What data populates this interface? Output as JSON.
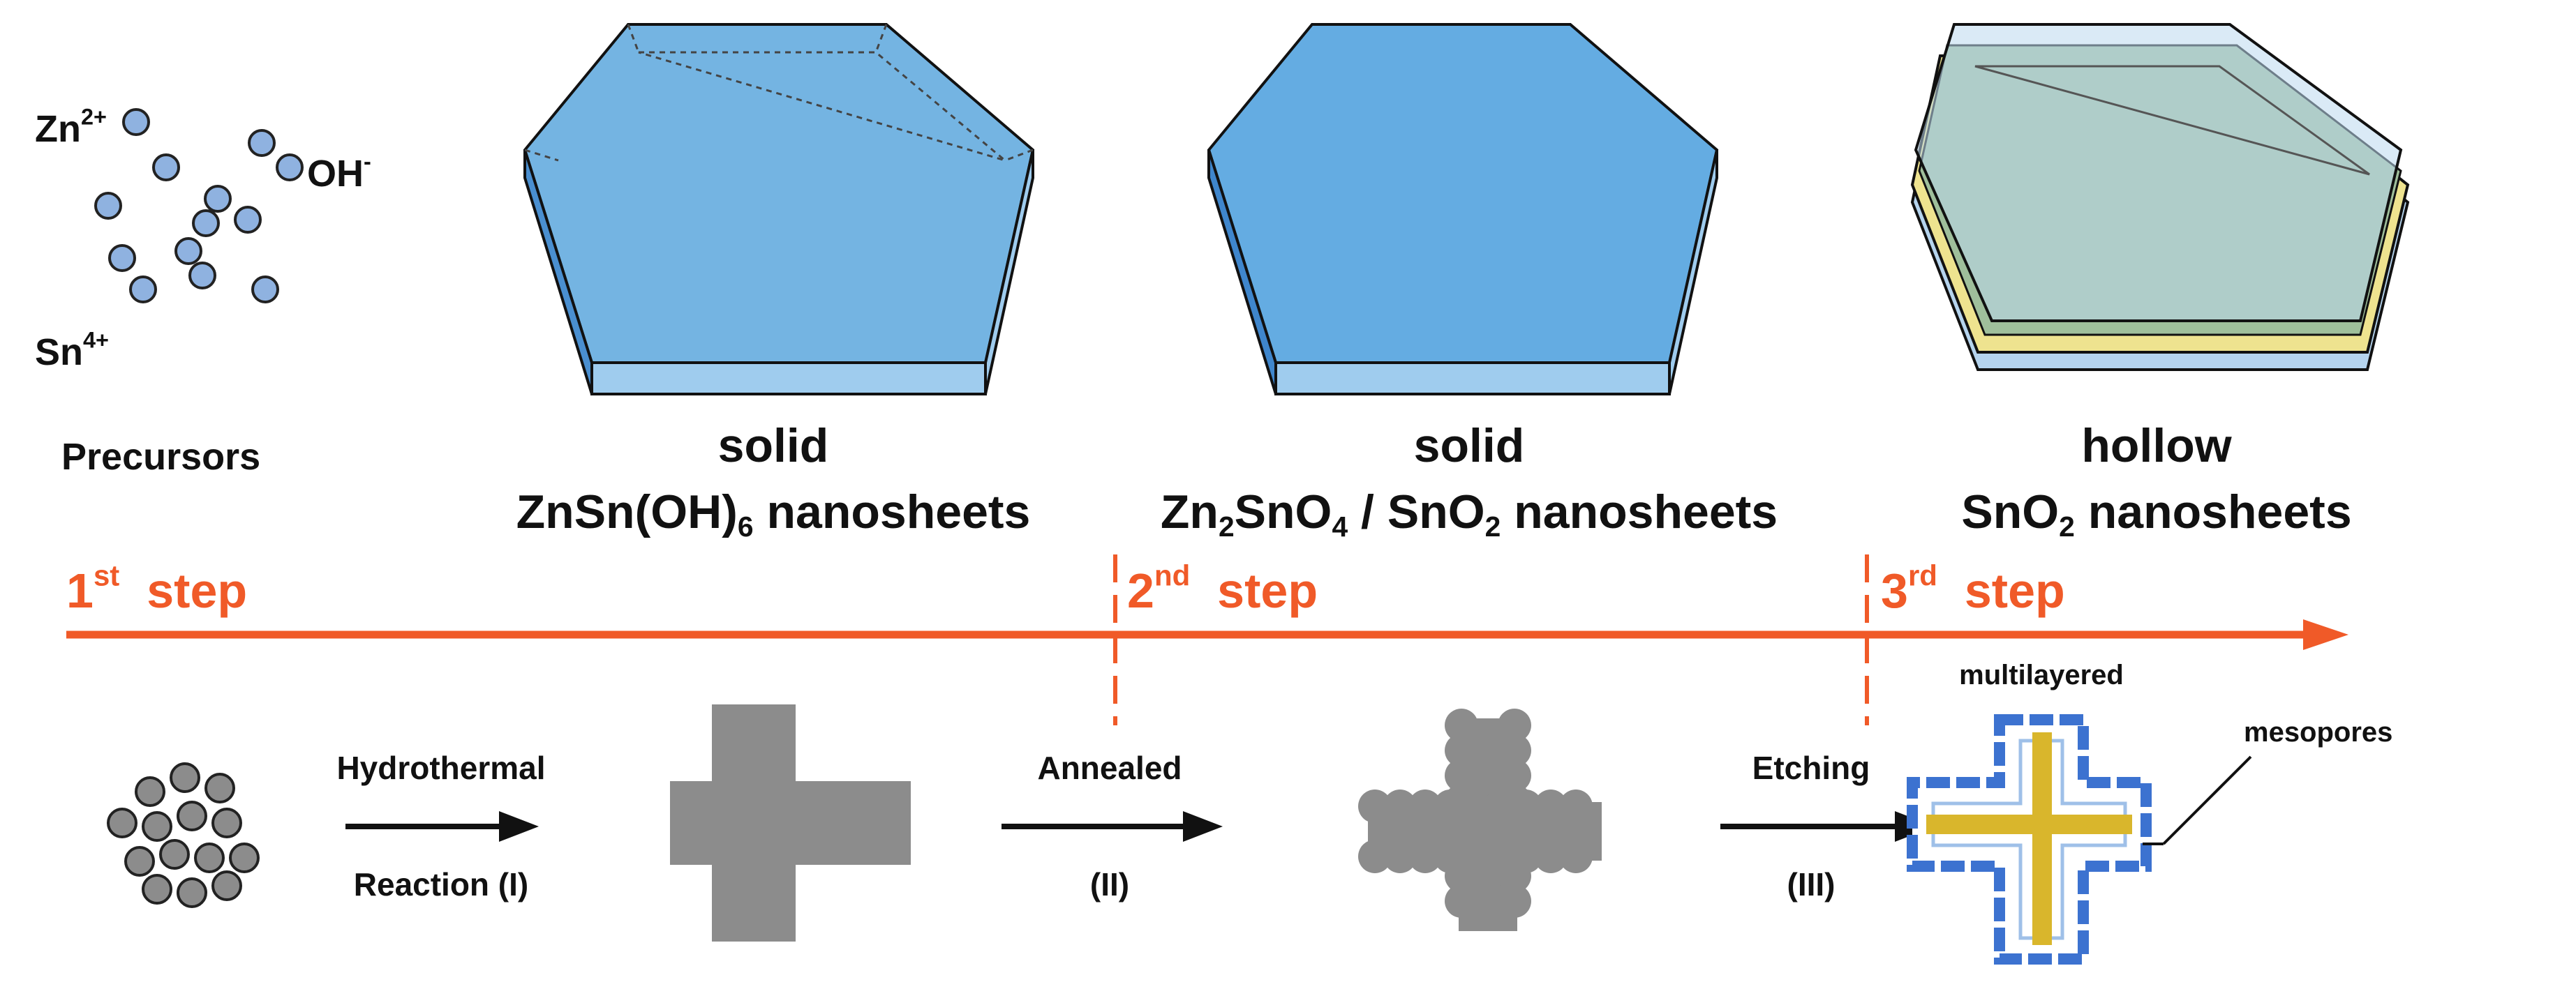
{
  "colors": {
    "accent": "#f05a28",
    "sheet_top": "#74b4e2",
    "sheet_side": "#9fccee",
    "shell_top": "#bcd9ef",
    "core_green": "#9fbf9b",
    "core_yellow": "#eee38f",
    "particle_blue": "#8fb2e0",
    "particle_gray": "#8c8c8c",
    "shape_gray": "#8c8c8c",
    "pore_blue": "#3c72d0",
    "layer_yellow": "#d9b62c"
  },
  "precursors": {
    "zn": "Zn",
    "zn_charge": "2+",
    "oh": "OH",
    "oh_charge": "-",
    "sn": "Sn",
    "sn_charge": "4+",
    "title": "Precursors"
  },
  "stages": [
    {
      "state": "solid",
      "pre": "ZnSn(OH)",
      "sub1": "6",
      "mid": "",
      "sub2": "",
      "post": " nanosheets"
    },
    {
      "state": "solid",
      "pre": "Zn",
      "sub1": "2",
      "mid": "SnO",
      "sub2": "4",
      "post": " / SnO",
      "sub3": "2",
      "post2": " nanosheets"
    },
    {
      "state": "hollow",
      "pre": "SnO",
      "sub1": "2",
      "post": " nanosheets"
    }
  ],
  "steps": [
    {
      "num": "1",
      "sup": "st",
      "word": "step"
    },
    {
      "num": "2",
      "sup": "nd",
      "word": "step"
    },
    {
      "num": "3",
      "sup": "rd",
      "word": "step"
    }
  ],
  "reactions": [
    {
      "top": "Hydrothermal",
      "bottom": "Reaction (I)"
    },
    {
      "top": "Annealed",
      "bottom": "(II)"
    },
    {
      "top": "Etching",
      "bottom": "(III)"
    }
  ],
  "annotations": {
    "multilayered": "multilayered",
    "mesopores": "mesopores"
  }
}
